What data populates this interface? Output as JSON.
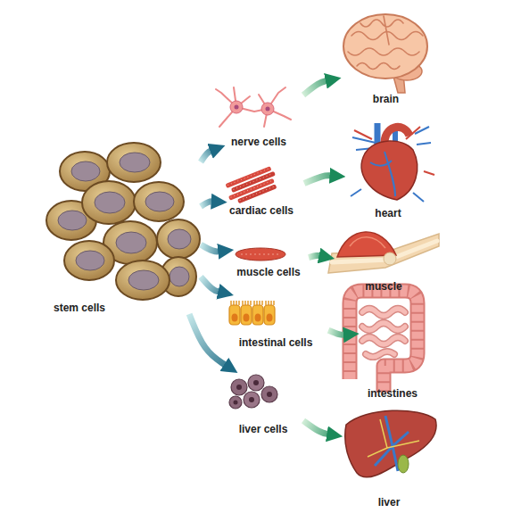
{
  "diagram": {
    "nodes": [
      {
        "text": [
          "stem cells"
        ]
      },
      {
        "text": [
          "nerve cells"
        ]
      },
      {
        "text": [
          "brain"
        ]
      },
      {
        "text": [
          "cardiac cells"
        ]
      },
      {
        "text": [
          "heart"
        ]
      },
      {
        "text": [
          "muscle cells"
        ]
      },
      {
        "text": [
          "muscle"
        ]
      },
      {
        "text": [
          "intestinal cells"
        ]
      },
      {
        "text": [
          "intestines"
        ]
      },
      {
        "text": [
          "liver cells"
        ]
      },
      {
        "text": [
          "liver"
        ]
      }
    ],
    "edges": [
      {
        "from": 0,
        "to": 1,
        "arrow": "to"
      },
      {
        "from": 0,
        "to": 3,
        "arrow": "to"
      },
      {
        "from": 0,
        "to": 5,
        "arrow": "to"
      },
      {
        "from": 0,
        "to": 7,
        "arrow": "to"
      },
      {
        "from": 0,
        "to": 9,
        "arrow": "to"
      },
      {
        "from": 1,
        "to": 2,
        "arrow": "to"
      },
      {
        "from": 3,
        "to": 4,
        "arrow": "to"
      },
      {
        "from": 5,
        "to": 6,
        "arrow": "to"
      },
      {
        "from": 7,
        "to": 8,
        "arrow": "to"
      },
      {
        "from": 9,
        "to": 10,
        "arrow": "to"
      }
    ]
  }
}
